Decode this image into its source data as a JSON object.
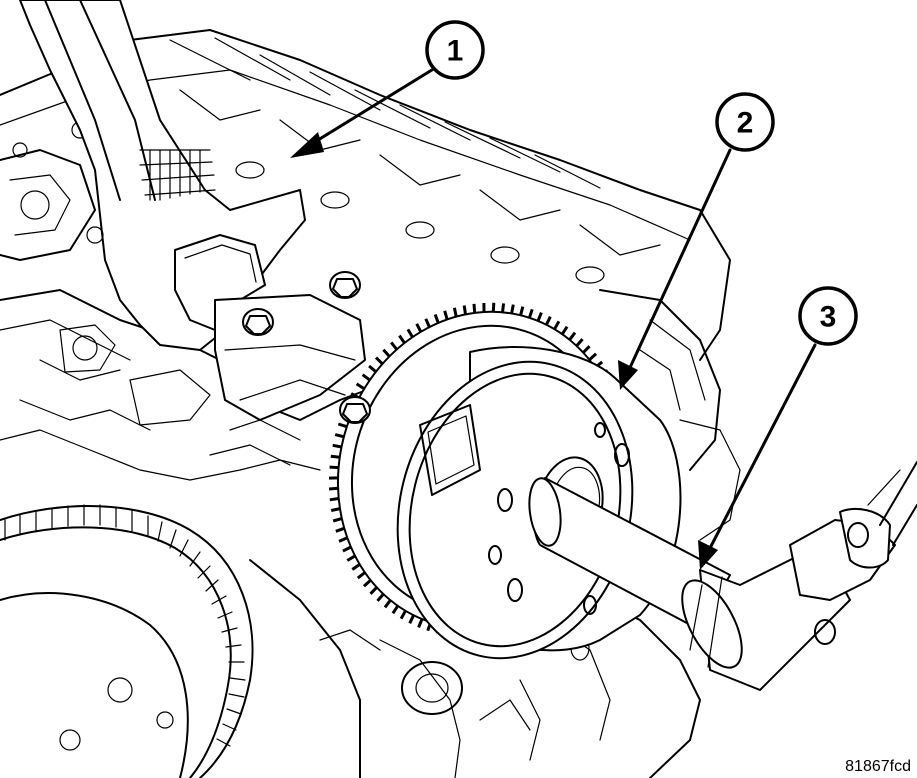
{
  "callouts": [
    {
      "label": "1"
    },
    {
      "label": "2"
    },
    {
      "label": "3"
    }
  ],
  "figure_id": "81867fcd"
}
